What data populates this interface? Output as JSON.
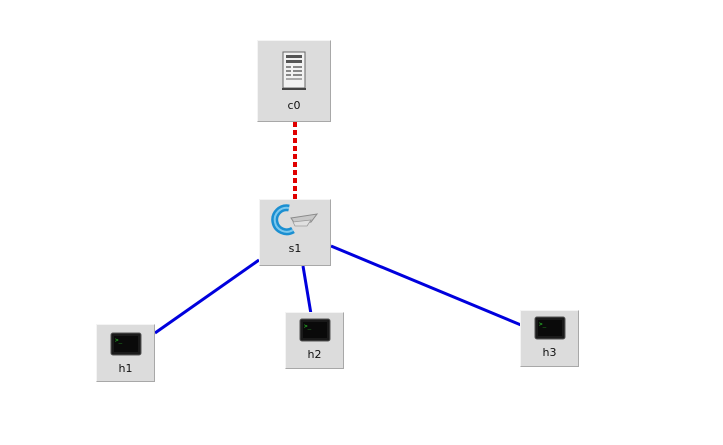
{
  "nodes": {
    "c0": {
      "label": "c0",
      "icon": "controller-server-icon"
    },
    "s1": {
      "label": "s1",
      "icon": "switch-icon"
    },
    "h1": {
      "label": "h1",
      "icon": "host-terminal-icon"
    },
    "h2": {
      "label": "h2",
      "icon": "host-terminal-icon"
    },
    "h3": {
      "label": "h3",
      "icon": "host-terminal-icon"
    }
  },
  "links": [
    {
      "from": "c0",
      "to": "s1",
      "kind": "control",
      "color": "#e00000",
      "style": "dashed"
    },
    {
      "from": "s1",
      "to": "h1",
      "kind": "data",
      "color": "#0000dd",
      "style": "solid"
    },
    {
      "from": "s1",
      "to": "h2",
      "kind": "data",
      "color": "#0000dd",
      "style": "solid"
    },
    {
      "from": "s1",
      "to": "h3",
      "kind": "data",
      "color": "#0000dd",
      "style": "solid"
    }
  ],
  "colors": {
    "node_face": "#dcdcdc",
    "data_link": "#0000dd",
    "control_link": "#e00000"
  }
}
